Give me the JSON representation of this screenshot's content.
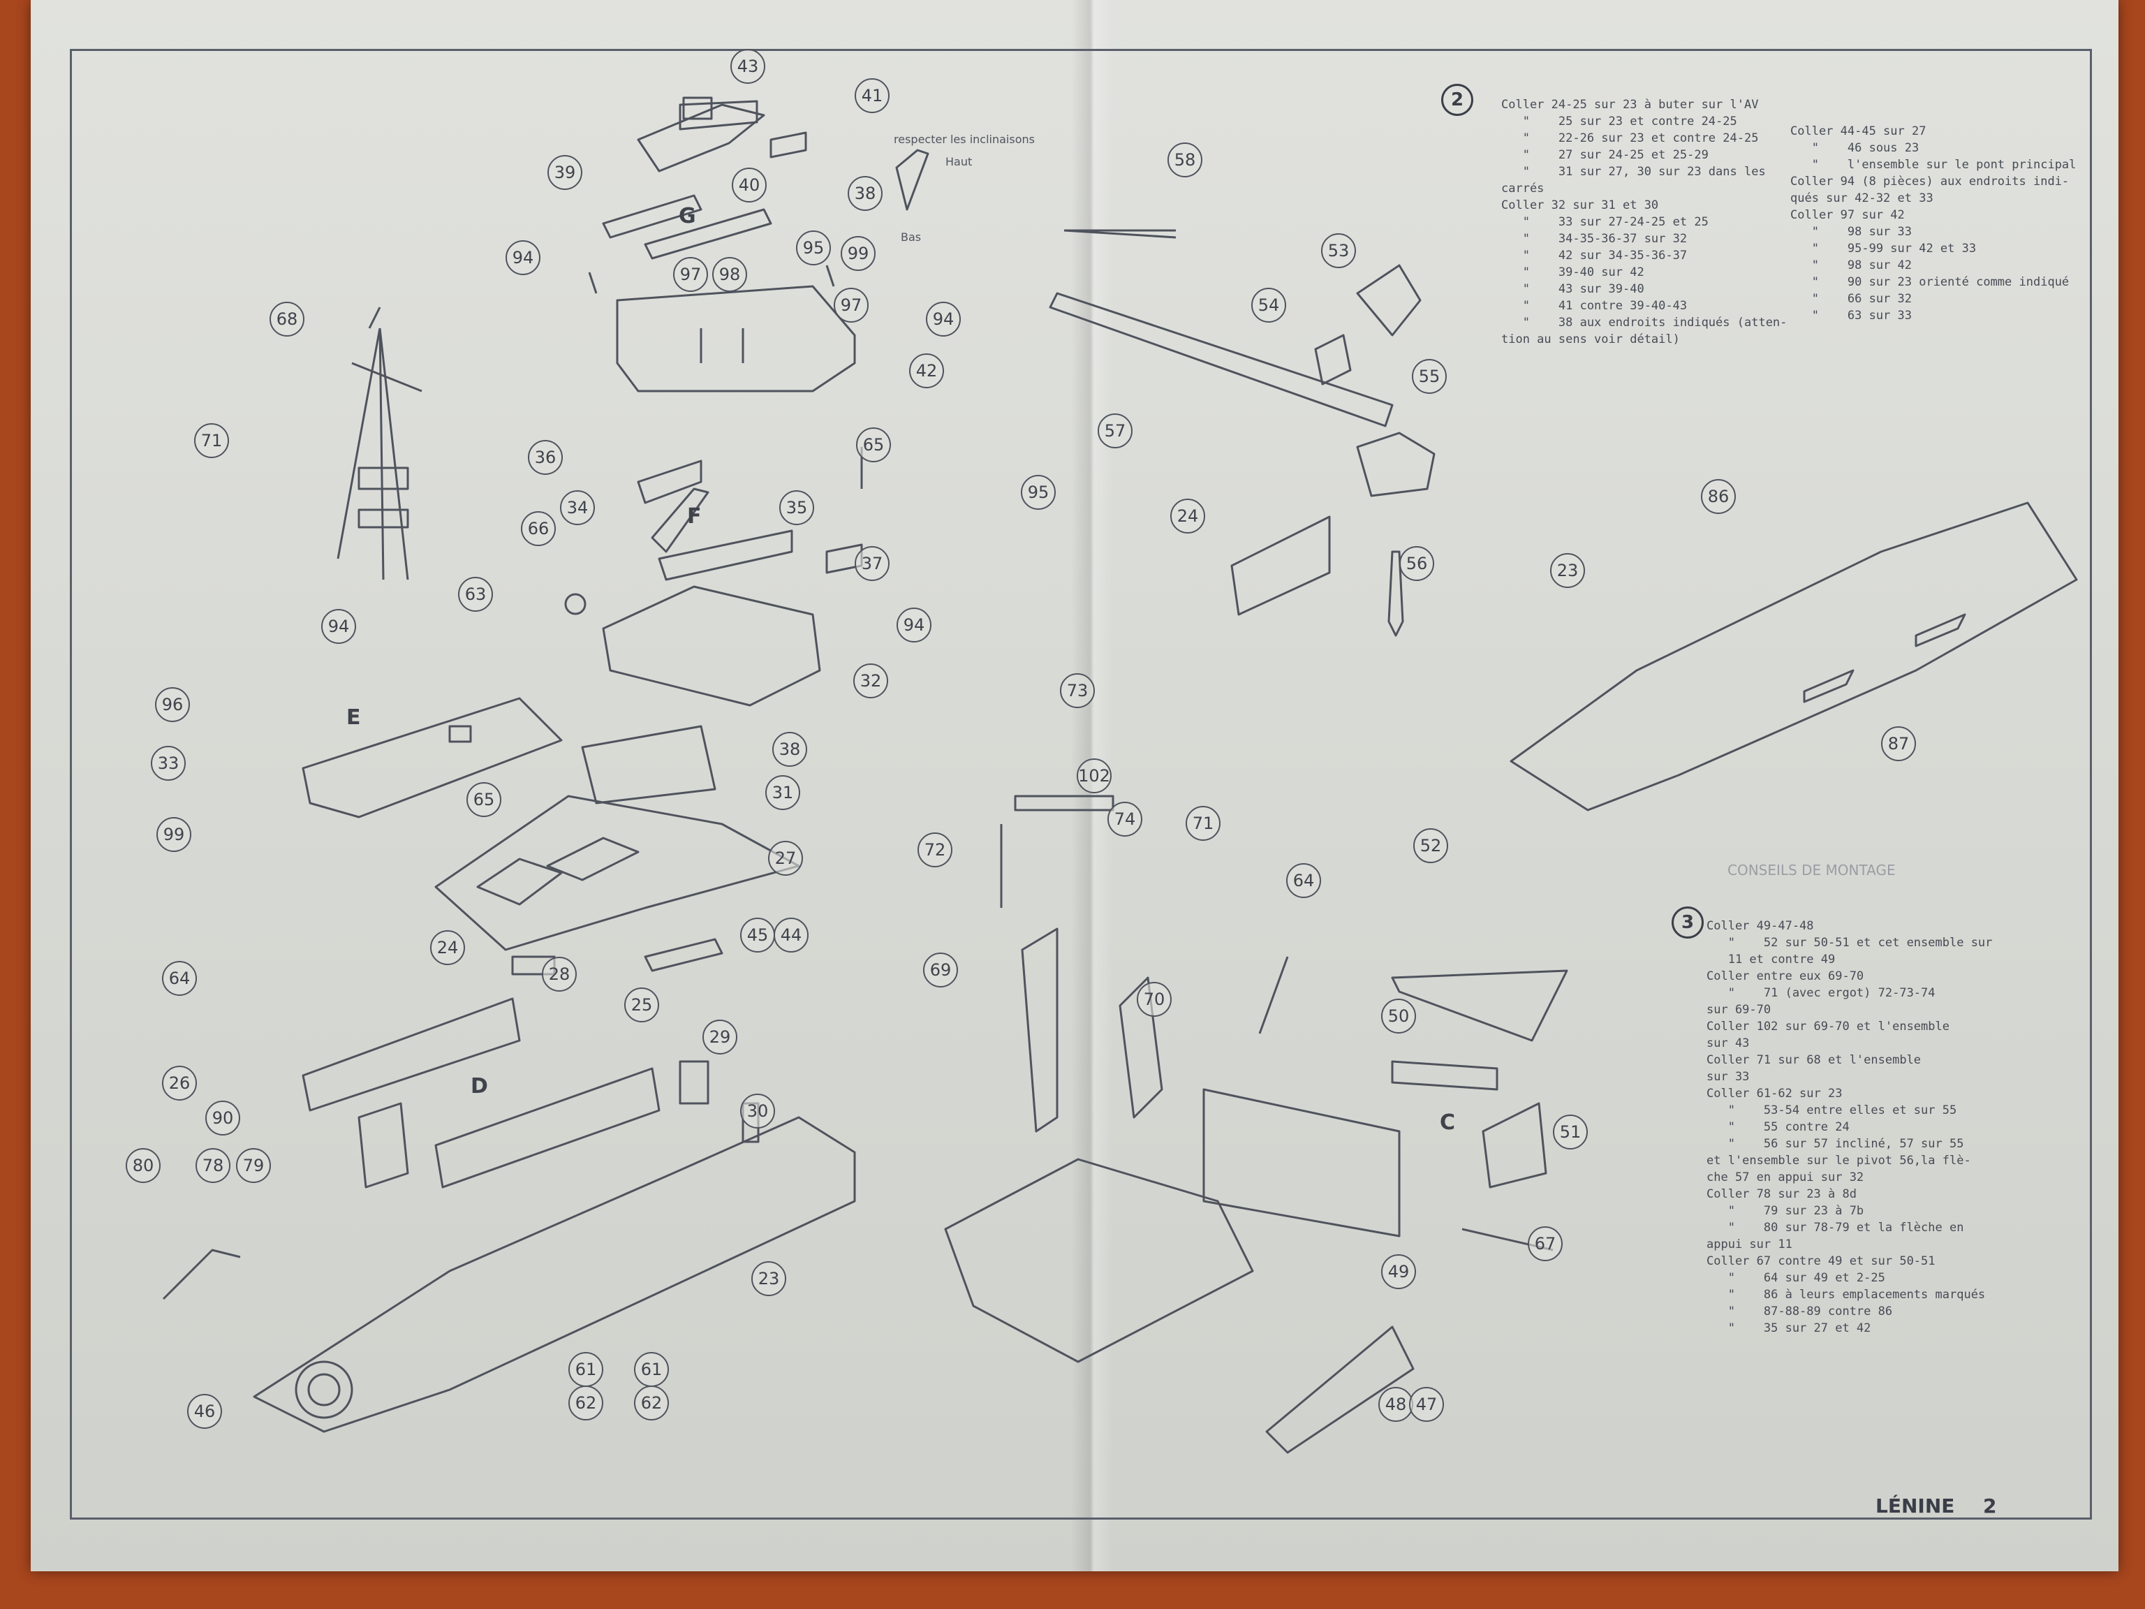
{
  "document": {
    "title": "LÉNINE",
    "page_number": "2"
  },
  "colors": {
    "ink": "#4a4e58",
    "paper": "#dcddd9",
    "background": "#a8461e"
  },
  "drawing": {
    "subassembly_letters": [
      "G",
      "F",
      "E",
      "D",
      "C"
    ],
    "annotation_top": "respecter les inclinaisons",
    "annotation_haut": "Haut",
    "annotation_bas": "Bas",
    "part_callouts": [
      "43",
      "41",
      "39",
      "40",
      "38",
      "94",
      "97",
      "98",
      "95",
      "99",
      "97",
      "94",
      "42",
      "68",
      "71",
      "36",
      "34",
      "35",
      "65",
      "66",
      "37",
      "63",
      "95",
      "94",
      "94",
      "32",
      "96",
      "33",
      "99",
      "38",
      "31",
      "65",
      "27",
      "72",
      "73",
      "102",
      "74",
      "71",
      "45",
      "44",
      "28",
      "24",
      "64",
      "25",
      "29",
      "30",
      "26",
      "90",
      "80",
      "78",
      "79",
      "23",
      "61",
      "62",
      "61",
      "62",
      "46",
      "69",
      "70",
      "64",
      "52",
      "50",
      "51",
      "67",
      "49",
      "48",
      "47",
      "58",
      "53",
      "54",
      "55",
      "57",
      "24",
      "56",
      "86",
      "23",
      "87"
    ]
  },
  "step2": {
    "badge": "2",
    "left_column": [
      "Coller 24-25 sur 23 à buter sur l'AV",
      "   \"    25 sur 23 et contre 24-25",
      "   \"    22-26 sur 23 et contre 24-25",
      "   \"    27 sur 24-25 et 25-29",
      "   \"    31 sur 27, 30 sur 23 dans les",
      "carrés",
      "Coller 32 sur 31 et 30",
      "   \"    33 sur 27-24-25 et 25",
      "   \"    34-35-36-37 sur 32",
      "   \"    42 sur 34-35-36-37",
      "   \"    39-40 sur 42",
      "   \"    43 sur 39-40",
      "   \"    41 contre 39-40-43",
      "   \"    38 aux endroits indiqués (atten-",
      "tion au sens voir détail)"
    ],
    "right_column": [
      "Coller 44-45 sur 27",
      "   \"    46 sous 23",
      "   \"    l'ensemble sur le pont principal",
      "",
      "Coller 94 (8 pièces) aux endroits indi-",
      "qués sur 42-32 et 33",
      "Coller 97 sur 42",
      "   \"    98 sur 33",
      "   \"    95-99 sur 42 et 33",
      "   \"    98 sur 42",
      "   \"    90 sur 23 orienté comme indiqué",
      "   \"    66 sur 32",
      "   \"    63 sur 33"
    ]
  },
  "step3": {
    "badge": "3",
    "lines": [
      "Coller 49-47-48",
      "   \"    52 sur 50-51 et cet ensemble sur",
      "   11 et contre 49",
      "Coller entre eux 69-70",
      "   \"    71 (avec ergot) 72-73-74",
      "sur 69-70",
      "Coller 102 sur 69-70 et l'ensemble",
      "sur 43",
      "",
      "Coller 71 sur 68 et l'ensemble",
      "sur 33",
      "Coller 61-62 sur 23",
      "",
      "   \"    53-54 entre elles et sur 55",
      "   \"    55 contre 24",
      "   \"    56 sur 57 incliné, 57 sur 55",
      "et l'ensemble sur le pivot 56,la flè-",
      "che 57 en appui sur 32",
      "Coller 78 sur 23 à 8d",
      "   \"    79 sur 23 à 7b",
      "   \"    80 sur 78-79 et la flèche en",
      "appui sur 11",
      "",
      "Coller 67 contre 49 et sur 50-51",
      "   \"    64 sur 49 et 2-25",
      "   \"    86 à leurs emplacements marqués",
      "   \"    87-88-89 contre 86",
      "   \"    35 sur 27 et 42"
    ]
  },
  "faint_heading": "CONSEILS DE MONTAGE"
}
